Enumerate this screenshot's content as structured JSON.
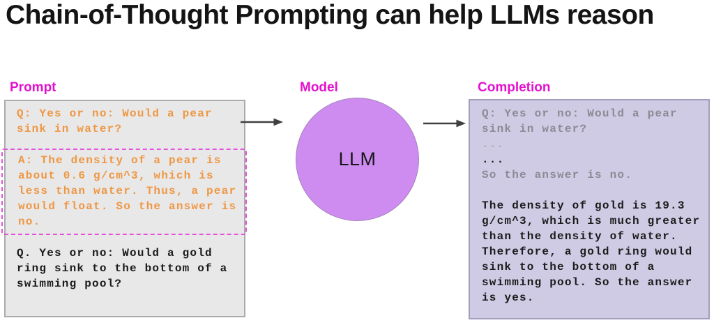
{
  "title": "Chain-of-Thought Prompting can help LLMs reason",
  "colors": {
    "label_magenta": "#e311ce",
    "prompt_text_orange": "#ee9744",
    "prompt_box_bg": "#e9e8e8",
    "prompt_box_border": "#ababab",
    "cot_dashed_border": "#e353dd",
    "llm_circle_fill": "#ce8cf1",
    "completion_box_bg": "#cfcbe4",
    "completion_box_border": "#a29dbd",
    "echoed_text_gray": "#8b8b95",
    "ellipsis_light_gray": "#aaa6b6",
    "body_text_black": "#1b1b1b",
    "arrow_gray": "#404040"
  },
  "prompt": {
    "label": "Prompt",
    "question1": "Q: Yes or no: Would a pear\nsink in water?",
    "cot_answer": "A: The density of a pear is\nabout 0.6 g/cm^3, which is\nless than water. Thus, a pear\nwould float. So the answer is\nno.",
    "question2": "Q. Yes or no: Would a gold\nring sink to the bottom of a\nswimming pool?"
  },
  "model": {
    "label": "Model",
    "circle_text": "LLM"
  },
  "completion": {
    "label": "Completion",
    "echo_question": "Q: Yes or no: Would a pear\nsink in water?",
    "ellipsis_light": "...",
    "ellipsis_dark": "...",
    "echo_answer": "So the answer is no.",
    "generated_answer": "The density of gold is 19.3\ng/cm^3, which is much greater\nthan the density of water.\nTherefore, a gold ring would\nsink to the bottom of a\nswimming pool. So the answer\nis yes."
  }
}
